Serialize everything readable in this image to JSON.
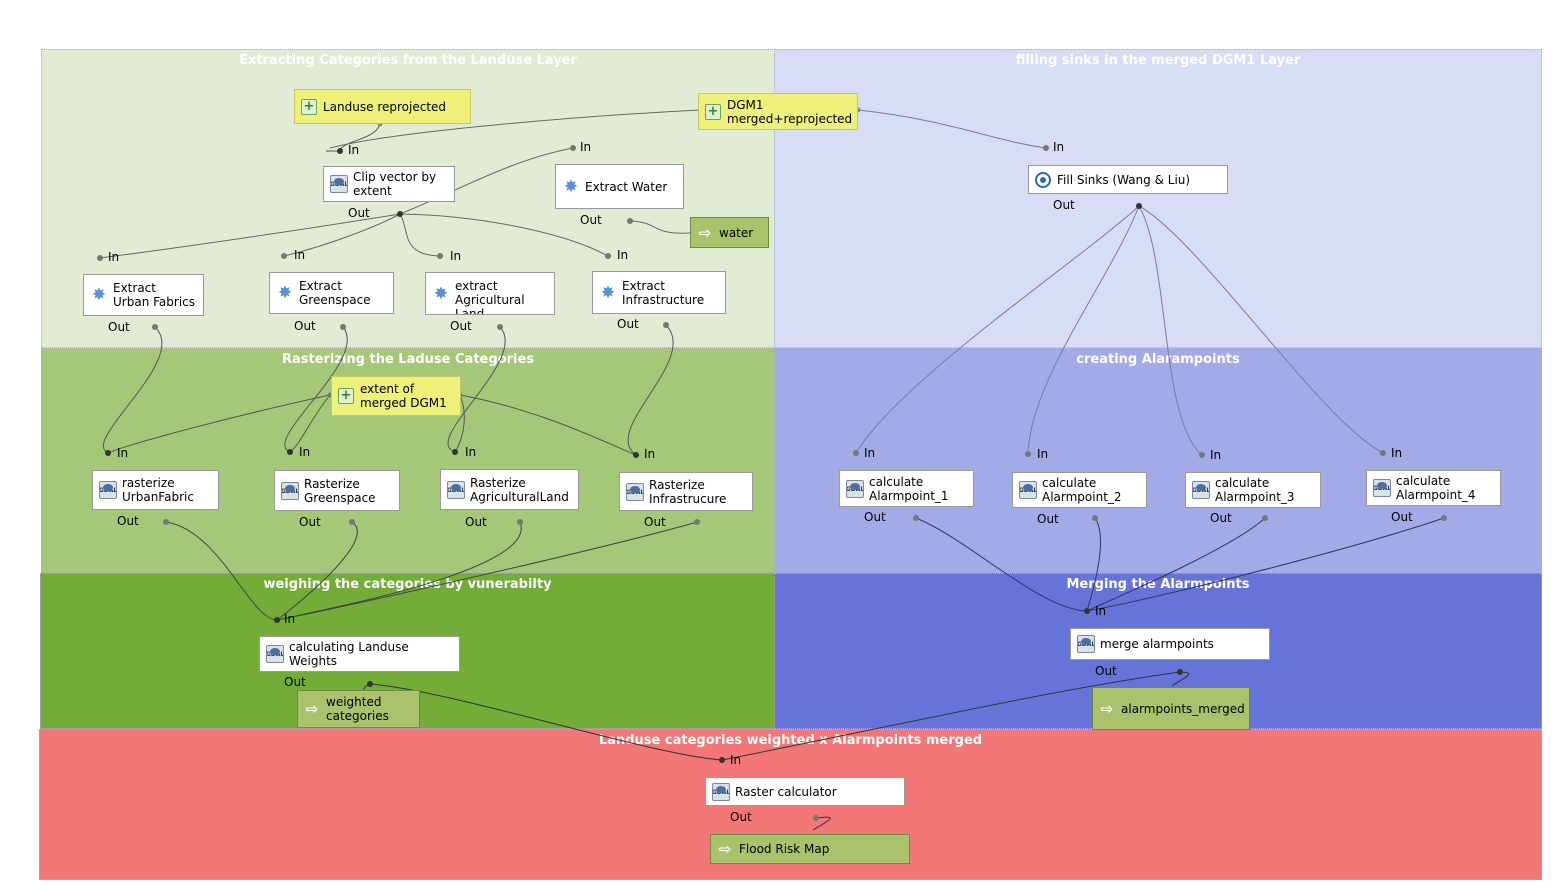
{
  "groups": {
    "extracting": "Extracting Categories from the Landuse Layer",
    "filling": "filling sinks in the merged DGM1 Layer",
    "rasterizing": "Rasterizing the Laduse Categories",
    "creating": "creating Alarampoints",
    "weighing": "weighing the categories by vunerabilty",
    "merging": "Merging the Alarmpoints",
    "combined": "Landuse categories weighted x Alarmpoints merged"
  },
  "inputs": {
    "landuse": "Landuse reprojected",
    "dgm1": "DGM1\nmerged+reprojected",
    "extent": "extent of\nmerged DGM1"
  },
  "algorithms": {
    "clip": "Clip vector by\nextent",
    "extract_water": "Extract Water",
    "fill_sinks": "Fill Sinks (Wang & Liu)",
    "extract_urban": "Extract\nUrban Fabrics",
    "extract_green": "Extract\nGreenspace",
    "extract_agri": "extract\nAgricultural\nLand",
    "extract_infra": "Extract\nInfrastructure",
    "rasterize_urban": "rasterize\nUrbanFabric",
    "rasterize_green": "Rasterize\nGreenspace",
    "rasterize_agri": "Rasterize\nAgriculturalLand",
    "rasterize_infra": "Rasterize\nInfrastrucure",
    "alarm1": "calculate\nAlarmpoint_1",
    "alarm2": "calculate\nAlarmpoint_2",
    "alarm3": "calculate\nAlarmpoint_3",
    "alarm4": "calculate\nAlarmpoint_4",
    "landuse_weights": "calculating  Landuse\nWeights",
    "merge_alarm": "merge alarmpoints",
    "raster_calc": "Raster calculator"
  },
  "outputs": {
    "water": "water",
    "weighted": "weighted\ncategories",
    "alarm_merged": "alarmpoints_merged",
    "flood": "Flood Risk Map"
  },
  "ports": {
    "in": "In",
    "out": "Out"
  },
  "icons": {
    "input": "plus-icon",
    "output": "arrow-icon",
    "gdal": "gdal-icon",
    "native": "gear-icon",
    "saga": "saga-icon"
  },
  "colors": {
    "extracting": "#e2ecd5",
    "rasterizing": "#a4c878",
    "weighing": "#73ad38",
    "filling": "#d9dcf5",
    "creating": "#a3aae8",
    "merging": "#6673d8",
    "combined": "#f37777",
    "input_node": "#eef07a",
    "output_node": "#a9c26b"
  }
}
